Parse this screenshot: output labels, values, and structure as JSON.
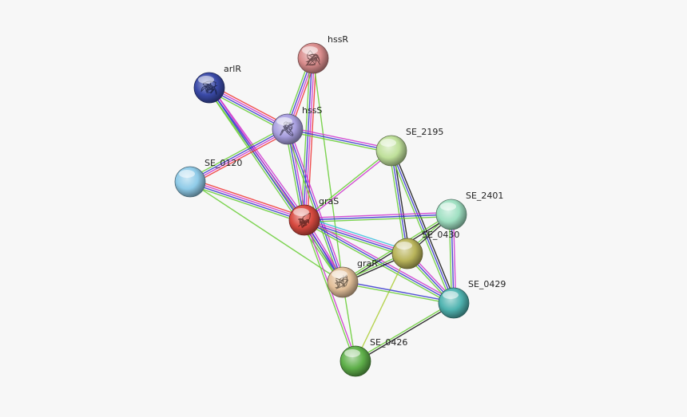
{
  "diagram": {
    "edge_colors": {
      "coexpression": "#111111",
      "experiments": "#cc33cc",
      "databases": "#3333cc",
      "textmining": "#66cc33",
      "neighborhood": "#33aa33",
      "fusion": "#ee3333",
      "homology": "#33bbdd",
      "cooccurrence": "#aacc33"
    },
    "nodes": [
      {
        "id": "hssR",
        "label": "hssR",
        "color": "#d98c8c",
        "has_structure": true
      },
      {
        "id": "arlR",
        "label": "arlR",
        "color": "#3a4aa8",
        "has_structure": true
      },
      {
        "id": "hssS",
        "label": "hssS",
        "color": "#a9a0e0",
        "has_structure": true
      },
      {
        "id": "SE_2195",
        "label": "SE_2195",
        "color": "#bfe09a",
        "has_structure": false
      },
      {
        "id": "SE_0120",
        "label": "SE_0120",
        "color": "#8fcbe8",
        "has_structure": false
      },
      {
        "id": "graS",
        "label": "graS",
        "color": "#d84a40",
        "has_structure": true
      },
      {
        "id": "SE_2401",
        "label": "SE_2401",
        "color": "#9fe0c2",
        "has_structure": false
      },
      {
        "id": "SE_0430",
        "label": "SE_0430",
        "color": "#b9b45a",
        "has_structure": false
      },
      {
        "id": "graR",
        "label": "graR",
        "color": "#e3c09a",
        "has_structure": true
      },
      {
        "id": "SE_0429",
        "label": "SE_0429",
        "color": "#4fb3b0",
        "has_structure": false
      },
      {
        "id": "SE_0426",
        "label": "SE_0426",
        "color": "#5fb04a",
        "has_structure": false
      }
    ],
    "edges": [
      {
        "a": "hssR",
        "b": "hssS",
        "types": [
          "fusion",
          "experiments",
          "databases",
          "textmining"
        ]
      },
      {
        "a": "hssR",
        "b": "graS",
        "types": [
          "fusion",
          "experiments",
          "databases",
          "textmining"
        ]
      },
      {
        "a": "hssR",
        "b": "graR",
        "types": [
          "textmining"
        ]
      },
      {
        "a": "arlR",
        "b": "hssS",
        "types": [
          "fusion",
          "experiments",
          "databases",
          "textmining"
        ]
      },
      {
        "a": "arlR",
        "b": "graS",
        "types": [
          "experiments",
          "databases",
          "textmining"
        ]
      },
      {
        "a": "arlR",
        "b": "graR",
        "types": [
          "experiments",
          "databases",
          "textmining"
        ]
      },
      {
        "a": "hssS",
        "b": "SE_0120",
        "types": [
          "fusion",
          "experiments",
          "databases",
          "textmining"
        ]
      },
      {
        "a": "hssS",
        "b": "SE_2195",
        "types": [
          "experiments",
          "databases",
          "textmining"
        ]
      },
      {
        "a": "hssS",
        "b": "graS",
        "types": [
          "experiments",
          "databases",
          "textmining"
        ]
      },
      {
        "a": "hssS",
        "b": "graR",
        "types": [
          "experiments",
          "databases",
          "textmining"
        ]
      },
      {
        "a": "SE_0120",
        "b": "graS",
        "types": [
          "fusion",
          "experiments",
          "databases",
          "textmining"
        ]
      },
      {
        "a": "SE_0120",
        "b": "graR",
        "types": [
          "textmining"
        ]
      },
      {
        "a": "SE_2195",
        "b": "graS",
        "types": [
          "experiments",
          "textmining"
        ]
      },
      {
        "a": "SE_2195",
        "b": "SE_0430",
        "types": [
          "coexpression",
          "databases",
          "textmining"
        ]
      },
      {
        "a": "SE_2195",
        "b": "SE_0429",
        "types": [
          "coexpression",
          "databases",
          "textmining"
        ]
      },
      {
        "a": "graS",
        "b": "SE_2401",
        "types": [
          "experiments",
          "databases",
          "textmining"
        ]
      },
      {
        "a": "graS",
        "b": "SE_0430",
        "types": [
          "homology",
          "experiments",
          "databases",
          "textmining"
        ]
      },
      {
        "a": "graS",
        "b": "SE_0429",
        "types": [
          "experiments",
          "databases",
          "textmining"
        ]
      },
      {
        "a": "graS",
        "b": "graR",
        "types": [
          "experiments",
          "databases",
          "textmining"
        ]
      },
      {
        "a": "graS",
        "b": "SE_0426",
        "types": [
          "experiments",
          "textmining"
        ]
      },
      {
        "a": "SE_2401",
        "b": "SE_0430",
        "types": [
          "coexpression",
          "textmining"
        ]
      },
      {
        "a": "SE_2401",
        "b": "SE_0429",
        "types": [
          "experiments",
          "databases",
          "textmining"
        ]
      },
      {
        "a": "SE_2401",
        "b": "graR",
        "types": [
          "coexpression",
          "textmining"
        ]
      },
      {
        "a": "SE_0430",
        "b": "graR",
        "types": [
          "coexpression",
          "textmining"
        ]
      },
      {
        "a": "SE_0430",
        "b": "SE_0429",
        "types": [
          "experiments",
          "databases",
          "textmining"
        ]
      },
      {
        "a": "SE_0430",
        "b": "SE_0426",
        "types": [
          "cooccurrence"
        ]
      },
      {
        "a": "graR",
        "b": "SE_0429",
        "types": [
          "databases",
          "textmining"
        ]
      },
      {
        "a": "graR",
        "b": "SE_0426",
        "types": [
          "textmining"
        ]
      },
      {
        "a": "SE_0429",
        "b": "SE_0426",
        "types": [
          "coexpression",
          "textmining"
        ]
      }
    ]
  }
}
